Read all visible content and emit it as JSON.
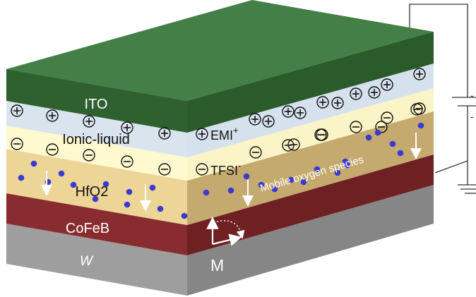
{
  "layers": {
    "ito": "ITO",
    "ionic_liquid": "Ionic-liquid",
    "hfo2": "HfO2",
    "cofeb": "CoFeB",
    "w": "W"
  },
  "labels": {
    "emi": "EMI",
    "emi_charge": "+",
    "tfsi": "TFSI",
    "tfsi_charge": "-",
    "mobile_oxygen": "Mobile oxygen species",
    "magnetization": "M"
  },
  "colors": {
    "ito_top": "#3e7d45",
    "ito_side": "#2e5e2e",
    "ionic_liquid_side": "#fff9cf",
    "ionic_liquid_blue": "#d6e3ee",
    "hfo2_side": "#e8d191",
    "hfo2_right": "#c2a86b",
    "cofeb": "#862c2e",
    "w": "#9c9c9c",
    "oxygen_dot": "#3a3ad0"
  },
  "icons": [
    "plus-ion-icon",
    "minus-ion-icon",
    "oxygen-dot-icon",
    "arrow-down-icon",
    "magnetization-arrow-icon",
    "ground-icon",
    "battery-icon"
  ]
}
